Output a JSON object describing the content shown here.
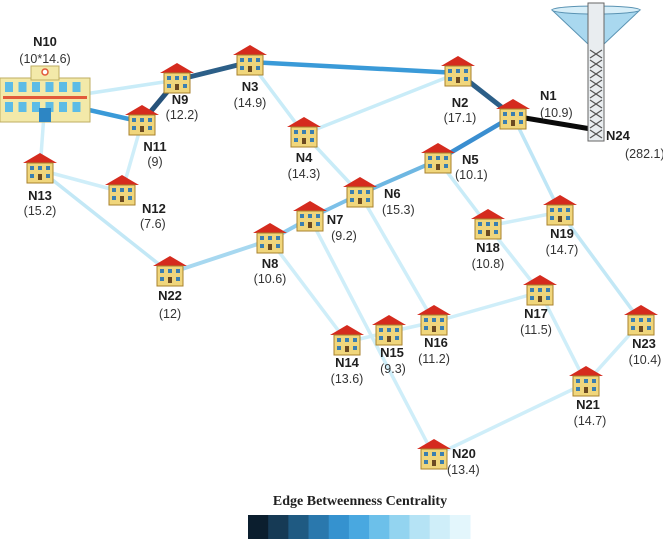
{
  "legend": {
    "title": "Edge Betweenness Centrality",
    "colors": [
      "#0b1e2e",
      "#163a55",
      "#1f5a82",
      "#2a78ad",
      "#3592cf",
      "#49a8e0",
      "#6cc0ea",
      "#93d4f0",
      "#b5e3f5",
      "#cfeef9",
      "#e3f6fc"
    ]
  },
  "nodes": [
    {
      "id": "N1",
      "value": "(10.9)",
      "kind": "house"
    },
    {
      "id": "N2",
      "value": "(17.1)",
      "kind": "house"
    },
    {
      "id": "N3",
      "value": "(14.9)",
      "kind": "house"
    },
    {
      "id": "N4",
      "value": "(14.3)",
      "kind": "house"
    },
    {
      "id": "N5",
      "value": "(10.1)",
      "kind": "house"
    },
    {
      "id": "N6",
      "value": "(15.3)",
      "kind": "house"
    },
    {
      "id": "N7",
      "value": "(9.2)",
      "kind": "house"
    },
    {
      "id": "N8",
      "value": "(10.6)",
      "kind": "house"
    },
    {
      "id": "N9",
      "value": "(12.2)",
      "kind": "house"
    },
    {
      "id": "N10",
      "value": "(10*14.6)",
      "kind": "hospital"
    },
    {
      "id": "N11",
      "value": "(9)",
      "kind": "house"
    },
    {
      "id": "N12",
      "value": "(7.6)",
      "kind": "house"
    },
    {
      "id": "N13",
      "value": "(15.2)",
      "kind": "house"
    },
    {
      "id": "N14",
      "value": "(13.6)",
      "kind": "house"
    },
    {
      "id": "N15",
      "value": "(9.3)",
      "kind": "house"
    },
    {
      "id": "N16",
      "value": "(11.2)",
      "kind": "house"
    },
    {
      "id": "N17",
      "value": "(11.5)",
      "kind": "house"
    },
    {
      "id": "N18",
      "value": "(10.8)",
      "kind": "house"
    },
    {
      "id": "N19",
      "value": "(14.7)",
      "kind": "house"
    },
    {
      "id": "N20",
      "value": "(13.4)",
      "kind": "house"
    },
    {
      "id": "N21",
      "value": "(14.7)",
      "kind": "house"
    },
    {
      "id": "N22",
      "value": "(12)",
      "kind": "house"
    },
    {
      "id": "N23",
      "value": "(10.4)",
      "kind": "house"
    },
    {
      "id": "N24",
      "value": "(282.1)",
      "kind": "tower"
    }
  ],
  "edges": [
    {
      "from": "N24",
      "to": "N1",
      "centrality": "very-high",
      "color": "#0a0a0a"
    },
    {
      "from": "N1",
      "to": "N2",
      "centrality": "high",
      "color": "#2c5f88"
    },
    {
      "from": "N2",
      "to": "N3",
      "centrality": "medium-high",
      "color": "#3a9ad8"
    },
    {
      "from": "N3",
      "to": "N9",
      "centrality": "high",
      "color": "#2c5f88"
    },
    {
      "from": "N9",
      "to": "N11",
      "centrality": "high",
      "color": "#26527a"
    },
    {
      "from": "N11",
      "to": "N10",
      "centrality": "medium-high",
      "color": "#3a9ad8"
    },
    {
      "from": "N1",
      "to": "N5",
      "centrality": "medium-high",
      "color": "#3a8ed0"
    },
    {
      "from": "N5",
      "to": "N6",
      "centrality": "medium",
      "color": "#6eb7e2"
    },
    {
      "from": "N6",
      "to": "N7",
      "centrality": "medium",
      "color": "#7cc0e8"
    },
    {
      "from": "N7",
      "to": "N8",
      "centrality": "medium",
      "color": "#8ccbee"
    },
    {
      "from": "N8",
      "to": "N22",
      "centrality": "medium-low",
      "color": "#a7d8f0"
    },
    {
      "from": "N9",
      "to": "N10",
      "centrality": "low",
      "color": "#c9ecf8"
    },
    {
      "from": "N3",
      "to": "N4",
      "centrality": "low",
      "color": "#c9ecf8"
    },
    {
      "from": "N4",
      "to": "N2",
      "centrality": "low",
      "color": "#c9ecf8"
    },
    {
      "from": "N4",
      "to": "N6",
      "centrality": "low",
      "color": "#c9ecf8"
    },
    {
      "from": "N11",
      "to": "N12",
      "centrality": "low",
      "color": "#cfeef9"
    },
    {
      "from": "N10",
      "to": "N13",
      "centrality": "low",
      "color": "#cfeef9"
    },
    {
      "from": "N13",
      "to": "N12",
      "centrality": "low",
      "color": "#cfeef9"
    },
    {
      "from": "N13",
      "to": "N22",
      "centrality": "low",
      "color": "#c3e8f6"
    },
    {
      "from": "N1",
      "to": "N19",
      "centrality": "low",
      "color": "#bfe6f6"
    },
    {
      "from": "N5",
      "to": "N18",
      "centrality": "low",
      "color": "#c9ecf8"
    },
    {
      "from": "N18",
      "to": "N19",
      "centrality": "low",
      "color": "#cfeef9"
    },
    {
      "from": "N18",
      "to": "N17",
      "centrality": "low",
      "color": "#cfeef9"
    },
    {
      "from": "N19",
      "to": "N23",
      "centrality": "low",
      "color": "#c3e8f6"
    },
    {
      "from": "N17",
      "to": "N16",
      "centrality": "low",
      "color": "#cfeef9"
    },
    {
      "from": "N17",
      "to": "N21",
      "centrality": "low",
      "color": "#cfeef9"
    },
    {
      "from": "N23",
      "to": "N21",
      "centrality": "low",
      "color": "#cfeef9"
    },
    {
      "from": "N21",
      "to": "N20",
      "centrality": "low",
      "color": "#cfeef9"
    },
    {
      "from": "N20",
      "to": "N7",
      "centrality": "low",
      "color": "#cfeef9"
    },
    {
      "from": "N6",
      "to": "N16",
      "centrality": "low",
      "color": "#cfeef9"
    },
    {
      "from": "N8",
      "to": "N14",
      "centrality": "low",
      "color": "#cfeef9"
    },
    {
      "from": "N14",
      "to": "N15",
      "centrality": "low",
      "color": "#cfeef9"
    },
    {
      "from": "N15",
      "to": "N16",
      "centrality": "low",
      "color": "#cfeef9"
    }
  ]
}
